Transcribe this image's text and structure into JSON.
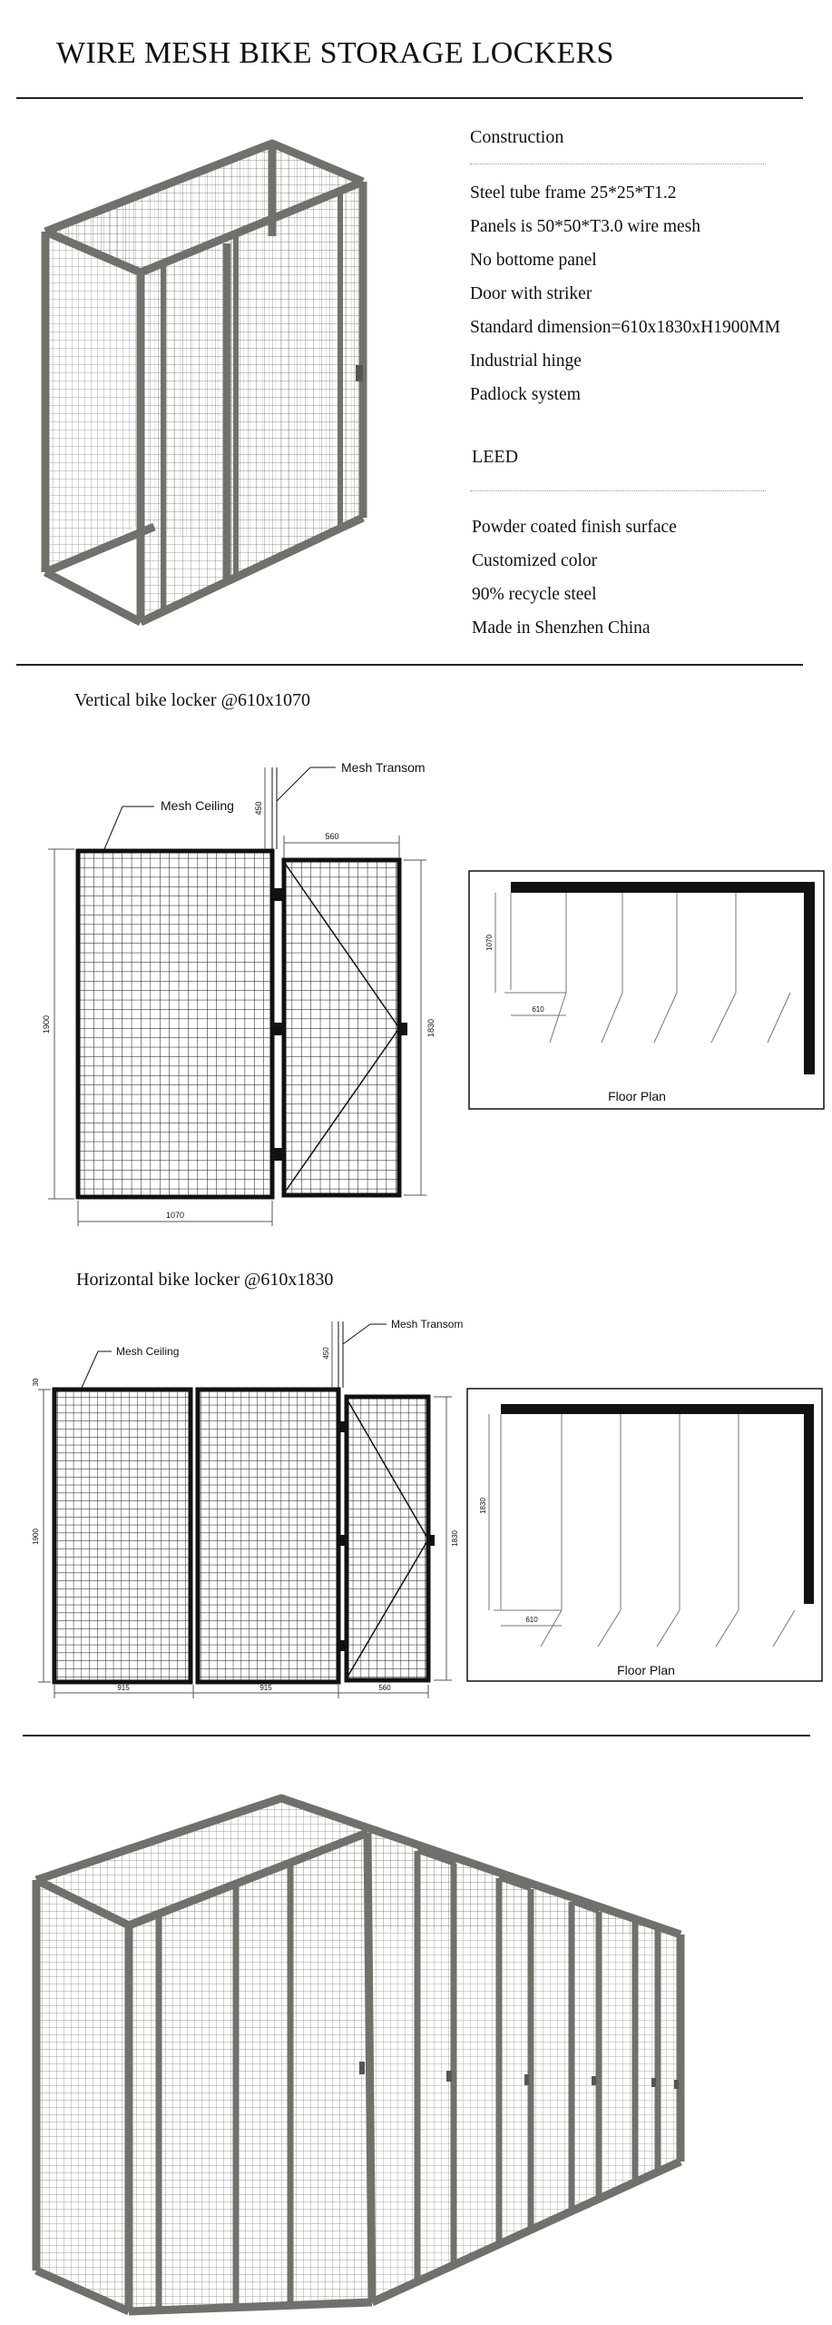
{
  "title": "WIRE MESH BIKE STORAGE LOCKERS",
  "construction": {
    "heading": "Construction",
    "items": [
      "Steel tube frame 25*25*T1.2",
      "Panels is 50*50*T3.0 wire mesh",
      "No bottome panel",
      "Door with striker",
      "Standard dimension=610x1830xH1900MM",
      "Industrial hinge",
      "Padlock system"
    ]
  },
  "leed": {
    "heading": "LEED",
    "items": [
      "Powder coated finish surface",
      "Customized color",
      "90% recycle steel",
      "Made in Shenzhen China"
    ]
  },
  "vertical": {
    "title": "Vertical bike locker @610x1070",
    "mesh_ceiling": "Mesh Ceiling",
    "mesh_transom": "Mesh Transom",
    "dim_transom": "450",
    "dim_door_width": "560",
    "dim_height": "1900",
    "dim_door_height": "1830",
    "dim_width": "1070",
    "plan_depth": "1070",
    "plan_width": "610",
    "floor_plan": "Floor Plan"
  },
  "horizontal": {
    "title": "Horizontal bike locker @610x1830",
    "mesh_ceiling": "Mesh Ceiling",
    "mesh_transom": "Mesh Transom",
    "dim_transom": "450",
    "dim_top": "30",
    "dim_height": "1900",
    "dim_door_height": "1830",
    "dim_panel1": "915",
    "dim_panel2": "915",
    "dim_door": "560",
    "plan_depth": "1830",
    "plan_width": "610",
    "floor_plan": "Floor Plan"
  },
  "colors": {
    "frame": "#6f716b",
    "mesh": "#8a8c86",
    "ink": "#111111"
  }
}
